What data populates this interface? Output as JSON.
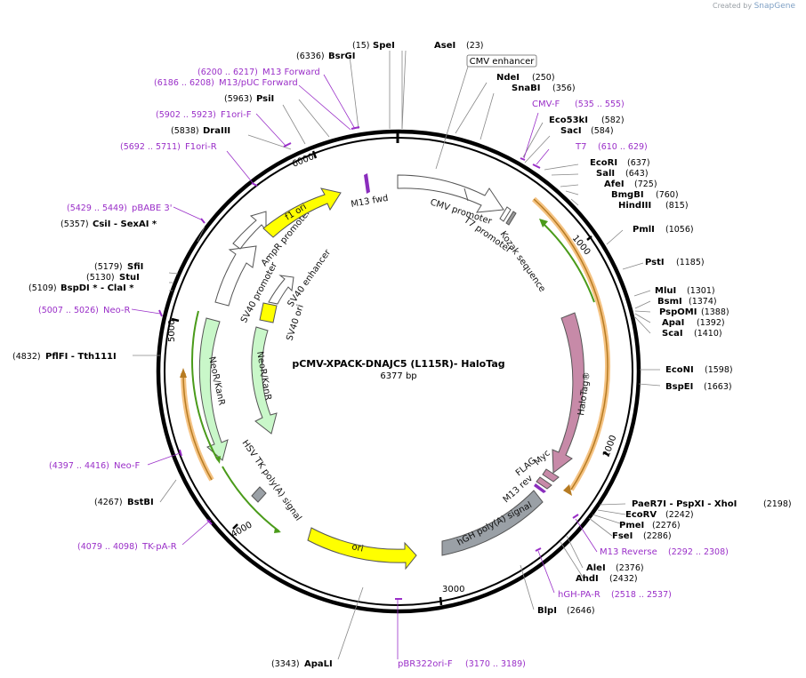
{
  "credit": {
    "prefix": "Created by",
    "brand": "SnapGene"
  },
  "plasmid": {
    "name": "pCMV-XPACK-DNAJC5 (L115R)- HaloTag",
    "size": "6377 bp"
  },
  "ticks": [
    "1000",
    "2000",
    "3000",
    "4000",
    "5000",
    "6000"
  ],
  "sites": [
    {
      "name": "SpeI",
      "pos": "(15)"
    },
    {
      "name": "AseI",
      "pos": "(23)"
    },
    {
      "name": "BsrGI",
      "pos": "(6336)"
    },
    {
      "name": "NdeI",
      "pos": "(250)"
    },
    {
      "name": "SnaBI",
      "pos": "(356)"
    },
    {
      "name": "PsiI",
      "pos": "(5963)"
    },
    {
      "name": "Eco53kI",
      "pos": "(582)"
    },
    {
      "name": "SacI",
      "pos": "(584)"
    },
    {
      "name": "DraIII",
      "pos": "(5838)"
    },
    {
      "name": "EcoRI",
      "pos": "(637)"
    },
    {
      "name": "SalI",
      "pos": "(643)"
    },
    {
      "name": "AfeI",
      "pos": "(725)"
    },
    {
      "name": "BmgBI",
      "pos": "(760)"
    },
    {
      "name": "HindIII",
      "pos": "(815)"
    },
    {
      "name": "CsiI  -  SexAI *",
      "pos": "(5357)"
    },
    {
      "name": "PmlI",
      "pos": "(1056)"
    },
    {
      "name": "PstI",
      "pos": "(1185)"
    },
    {
      "name": "SfiI",
      "pos": "(5179)"
    },
    {
      "name": "StuI",
      "pos": "(5130)"
    },
    {
      "name": "BspDI *  -  ClaI *",
      "pos": "(5109)"
    },
    {
      "name": "MluI",
      "pos": "(1301)"
    },
    {
      "name": "BsmI",
      "pos": "(1374)"
    },
    {
      "name": "PspOMI",
      "pos": "(1388)"
    },
    {
      "name": "ApaI",
      "pos": "(1392)"
    },
    {
      "name": "ScaI",
      "pos": "(1410)"
    },
    {
      "name": "PflFI  -  Tth111I",
      "pos": "(4832)"
    },
    {
      "name": "EcoNI",
      "pos": "(1598)"
    },
    {
      "name": "BspEI",
      "pos": "(1663)"
    },
    {
      "name": "BstBI",
      "pos": "(4267)"
    },
    {
      "name": "PaeR7I  -  PspXI  -  XhoI",
      "pos": "(2198)"
    },
    {
      "name": "EcoRV",
      "pos": "(2242)"
    },
    {
      "name": "PmeI",
      "pos": "(2276)"
    },
    {
      "name": "FseI",
      "pos": "(2286)"
    },
    {
      "name": "AleI",
      "pos": "(2376)"
    },
    {
      "name": "AhdI",
      "pos": "(2432)"
    },
    {
      "name": "BlpI",
      "pos": "(2646)"
    },
    {
      "name": "ApaLI",
      "pos": "(3343)"
    }
  ],
  "primers": [
    {
      "name": "M13 Forward",
      "range": "(6200 .. 6217)"
    },
    {
      "name": "M13/pUC Forward",
      "range": "(6186 .. 6208)"
    },
    {
      "name": "F1ori-F",
      "range": "(5902 .. 5923)"
    },
    {
      "name": "F1ori-R",
      "range": "(5692 .. 5711)"
    },
    {
      "name": "CMV-F",
      "range": "(535 .. 555)"
    },
    {
      "name": "T7",
      "range": "(610 .. 629)"
    },
    {
      "name": "pBABE 3'",
      "range": "(5429 .. 5449)"
    },
    {
      "name": "Neo-R",
      "range": "(5007 .. 5026)"
    },
    {
      "name": "Neo-F",
      "range": "(4397 .. 4416)"
    },
    {
      "name": "TK-pA-R",
      "range": "(4079 .. 4098)"
    },
    {
      "name": "M13 Reverse",
      "range": "(2292 .. 2308)"
    },
    {
      "name": "hGH-PA-R",
      "range": "(2518 .. 2537)"
    },
    {
      "name": "pBR322ori-F",
      "range": "(3170 .. 3189)"
    }
  ],
  "features": {
    "cmv_enhancer": "CMV enhancer",
    "cmv_promoter": "CMV promoter",
    "t7_promoter": "T7 promoter",
    "kozak": "Kozak sequence",
    "halotag": "HaloTag®",
    "flag": "FLAG",
    "myc": "Myc",
    "m13_rev": "M13 rev",
    "hgh_polya": "hGH poly(A) signal",
    "ori": "ori",
    "hsv_tk": "HSV TK poly(A) signal",
    "neor_outer": "NeoR/KanR",
    "neor_inner": "NeoR/KanR",
    "sv40_promoter": "SV40 promoter",
    "sv40_enhancer": "SV40 enhancer",
    "sv40_ori": "SV40 ori",
    "ampr_promoter": "AmpR promoter",
    "f1_ori": "f1 ori",
    "m13_fwd": "M13 fwd"
  },
  "colors": {
    "primer": "#9a2fc8",
    "yellow_feature": "#ffff00",
    "halotag": "#c78aa8",
    "neo": "#c9f7c9",
    "polya": "#9aa0a6",
    "orf_arrow": "#f0b04a",
    "green_arrow": "#4a9b1a"
  }
}
